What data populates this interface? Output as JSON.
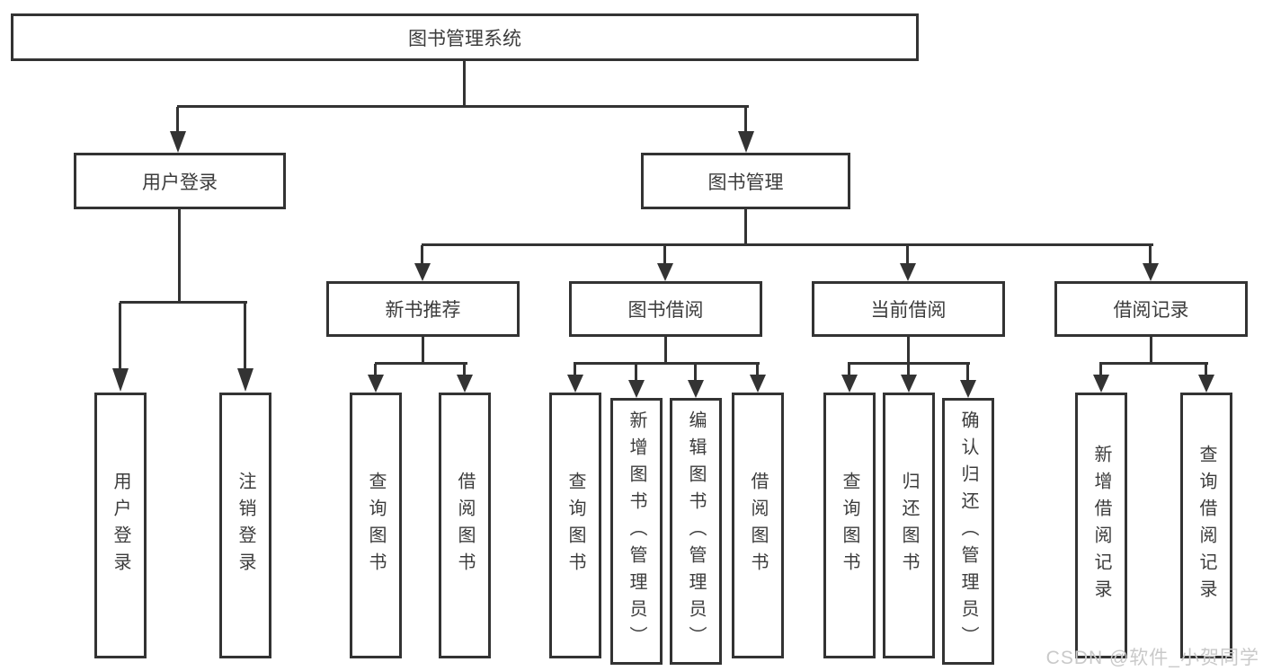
{
  "diagram": {
    "root": {
      "label": "图书管理系统"
    },
    "branches": [
      {
        "label": "用户登录",
        "children": [
          {
            "label": "用户登录"
          },
          {
            "label": "注销登录"
          }
        ]
      },
      {
        "label": "图书管理",
        "children": [
          {
            "label": "新书推荐",
            "children": [
              {
                "label": "查询图书"
              },
              {
                "label": "借阅图书"
              }
            ]
          },
          {
            "label": "图书借阅",
            "children": [
              {
                "label": "查询图书"
              },
              {
                "label": "新增图书（管理员）"
              },
              {
                "label": "编辑图书（管理员）"
              },
              {
                "label": "借阅图书"
              }
            ]
          },
          {
            "label": "当前借阅",
            "children": [
              {
                "label": "查询图书"
              },
              {
                "label": "归还图书"
              },
              {
                "label": "确认归还（管理员）"
              }
            ]
          },
          {
            "label": "借阅记录",
            "children": [
              {
                "label": "新增借阅记录"
              },
              {
                "label": "查询借阅记录"
              }
            ]
          }
        ]
      }
    ]
  },
  "watermark": {
    "text": "CSDN @软件_小贺同学"
  },
  "colors": {
    "line": "#333333",
    "text": "#3c3c3c",
    "background": "#ffffff",
    "watermark": "#c9c9c9"
  }
}
